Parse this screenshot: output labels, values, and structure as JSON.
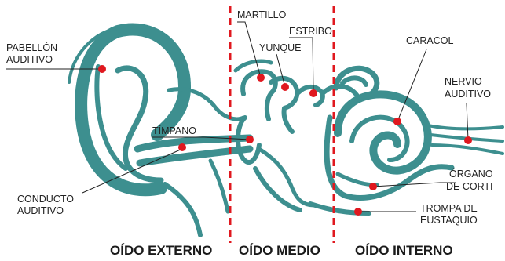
{
  "labels": {
    "pabellon_1": "PABELLÓN",
    "pabellon_2": "AUDITIVO",
    "conducto_1": "CONDUCTO",
    "conducto_2": "AUDITIVO",
    "timpano": "TÍMPANO",
    "martillo": "MARTILLO",
    "yunque": "YUNQUE",
    "estribo": "ESTRIBO",
    "caracol": "CARACOL",
    "nervio_1": "NERVIO",
    "nervio_2": "AUDITIVO",
    "organo_1": "ÓRGANO",
    "organo_2": "DE CORTI",
    "trompa_1": "TROMPA DE",
    "trompa_2": "EUSTAQUIO"
  },
  "sections": {
    "externo": "OÍDO EXTERNO",
    "medio": "OÍDO MEDIO",
    "interno": "OÍDO INTERNO"
  },
  "colors": {
    "ear_outline": "#3d8f8f",
    "marker": "#e0181f",
    "divider": "#e0181f"
  }
}
